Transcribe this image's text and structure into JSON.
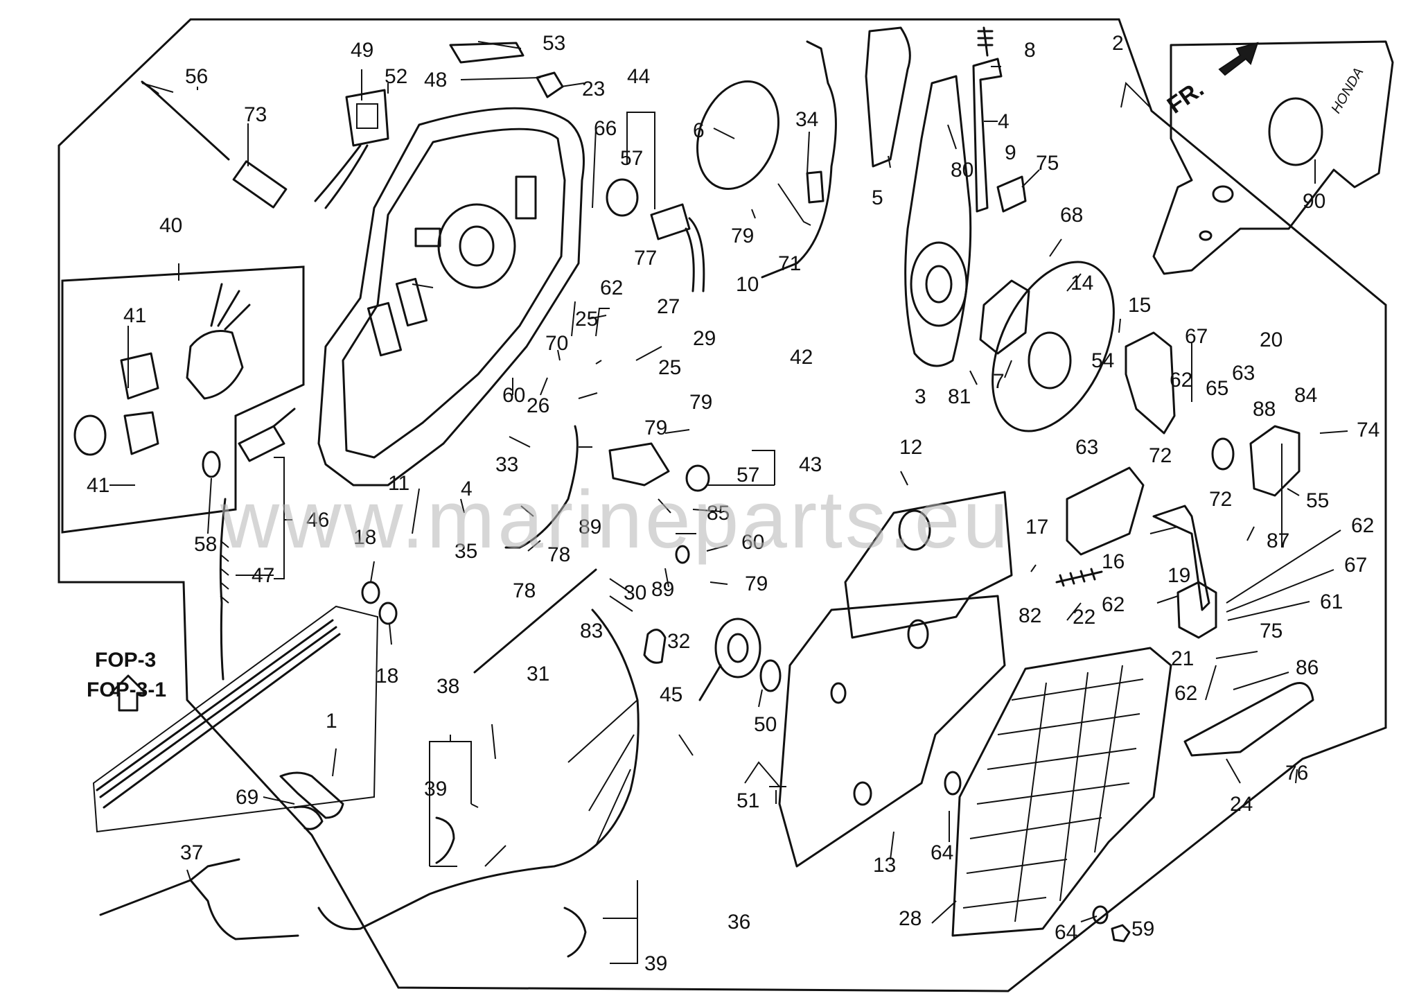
{
  "diagram": {
    "watermark": "www.marineparts.eu",
    "reference_labels": [
      "FOP-3",
      "FOP-3-1"
    ],
    "direction_label": "FR.",
    "brand_mark": "HONDA",
    "callouts": {
      "c1": "1",
      "c2": "2",
      "c3": "3",
      "c4": "4",
      "c4b": "4",
      "c5": "5",
      "c6": "6",
      "c7": "7",
      "c8": "8",
      "c9": "9",
      "c10": "10",
      "c11": "11",
      "c12": "12",
      "c13": "13",
      "c14": "14",
      "c15": "15",
      "c16": "16",
      "c17": "17",
      "c18a": "18",
      "c18b": "18",
      "c19": "19",
      "c20": "20",
      "c21": "21",
      "c22": "22",
      "c23": "23",
      "c24": "24",
      "c25a": "25",
      "c25b": "25",
      "c26": "26",
      "c27": "27",
      "c28": "28",
      "c29": "29",
      "c30": "30",
      "c31": "31",
      "c32": "32",
      "c33": "33",
      "c34": "34",
      "c35": "35",
      "c36": "36",
      "c37": "37",
      "c38": "38",
      "c39a": "39",
      "c39b": "39",
      "c40": "40",
      "c41a": "41",
      "c41b": "41",
      "c42": "42",
      "c43": "43",
      "c44": "44",
      "c45": "45",
      "c46": "46",
      "c47": "47",
      "c48": "48",
      "c49": "49",
      "c50": "50",
      "c51": "51",
      "c52": "52",
      "c53": "53",
      "c54": "54",
      "c55": "55",
      "c56": "56",
      "c57a": "57",
      "c57b": "57",
      "c58": "58",
      "c59": "59",
      "c60a": "60",
      "c60b": "60",
      "c61": "61",
      "c62a": "62",
      "c62b": "62",
      "c62c": "62",
      "c62d": "62",
      "c62e": "62",
      "c63a": "63",
      "c63b": "63",
      "c64a": "64",
      "c64b": "64",
      "c65": "65",
      "c66": "66",
      "c67a": "67",
      "c67b": "67",
      "c68": "68",
      "c69": "69",
      "c70": "70",
      "c71": "71",
      "c72a": "72",
      "c72b": "72",
      "c73": "73",
      "c74": "74",
      "c75a": "75",
      "c75b": "75",
      "c76": "76",
      "c77": "77",
      "c78a": "78",
      "c78b": "78",
      "c79a": "79",
      "c79b": "79",
      "c79c": "79",
      "c79d": "79",
      "c80": "80",
      "c81": "81",
      "c82": "82",
      "c83": "83",
      "c84": "84",
      "c85": "85",
      "c86": "86",
      "c87": "87",
      "c88": "88",
      "c89a": "89",
      "c89b": "89",
      "c90": "90"
    }
  }
}
